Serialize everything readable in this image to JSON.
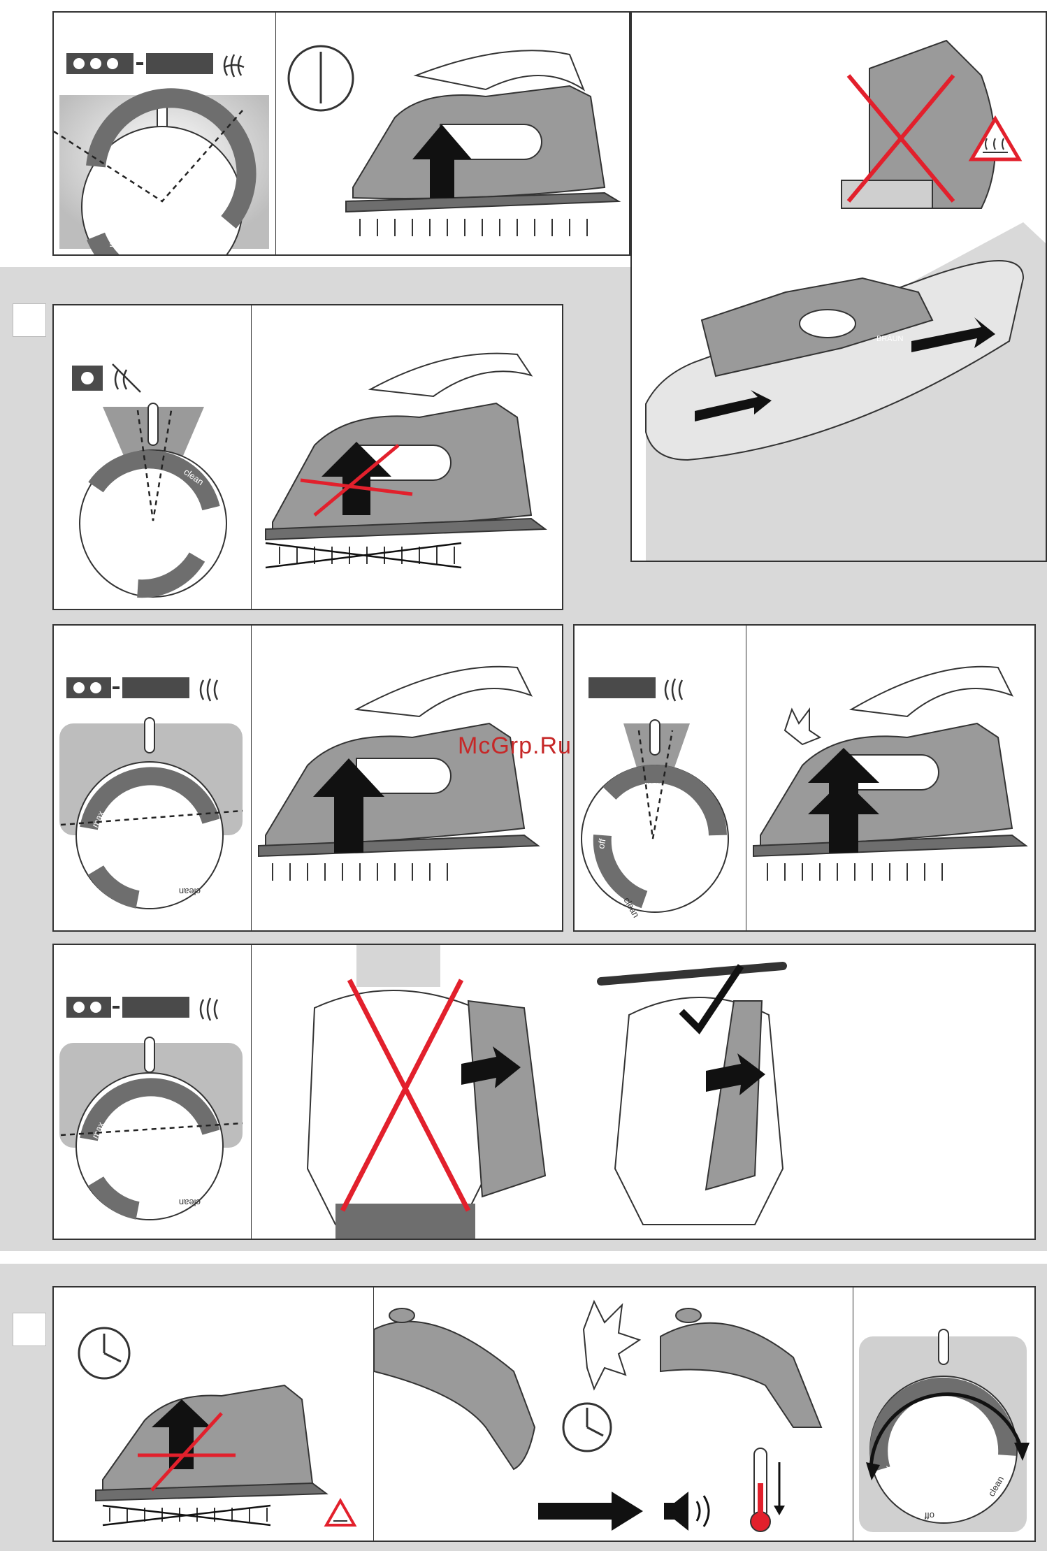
{
  "watermark": "McGrp.Ru",
  "brand_on_iron": "BRAUN",
  "dial_labels": {
    "max": "max",
    "off": "off",
    "clean": "clean"
  },
  "colors": {
    "iron_gray": "#9a9a9a",
    "dial_dark": "#6e6e6e",
    "indicator_bar": "#4a4a4a",
    "cross_red": "#e2202c",
    "band_gray": "#d9d9d9"
  },
  "icons": [
    "steam-icon",
    "no-steam-icon",
    "clock-icon",
    "hot-surface-warning-icon",
    "speaker-icon",
    "thermometer-icon",
    "check-mark-icon",
    "arrow-right-icon"
  ]
}
